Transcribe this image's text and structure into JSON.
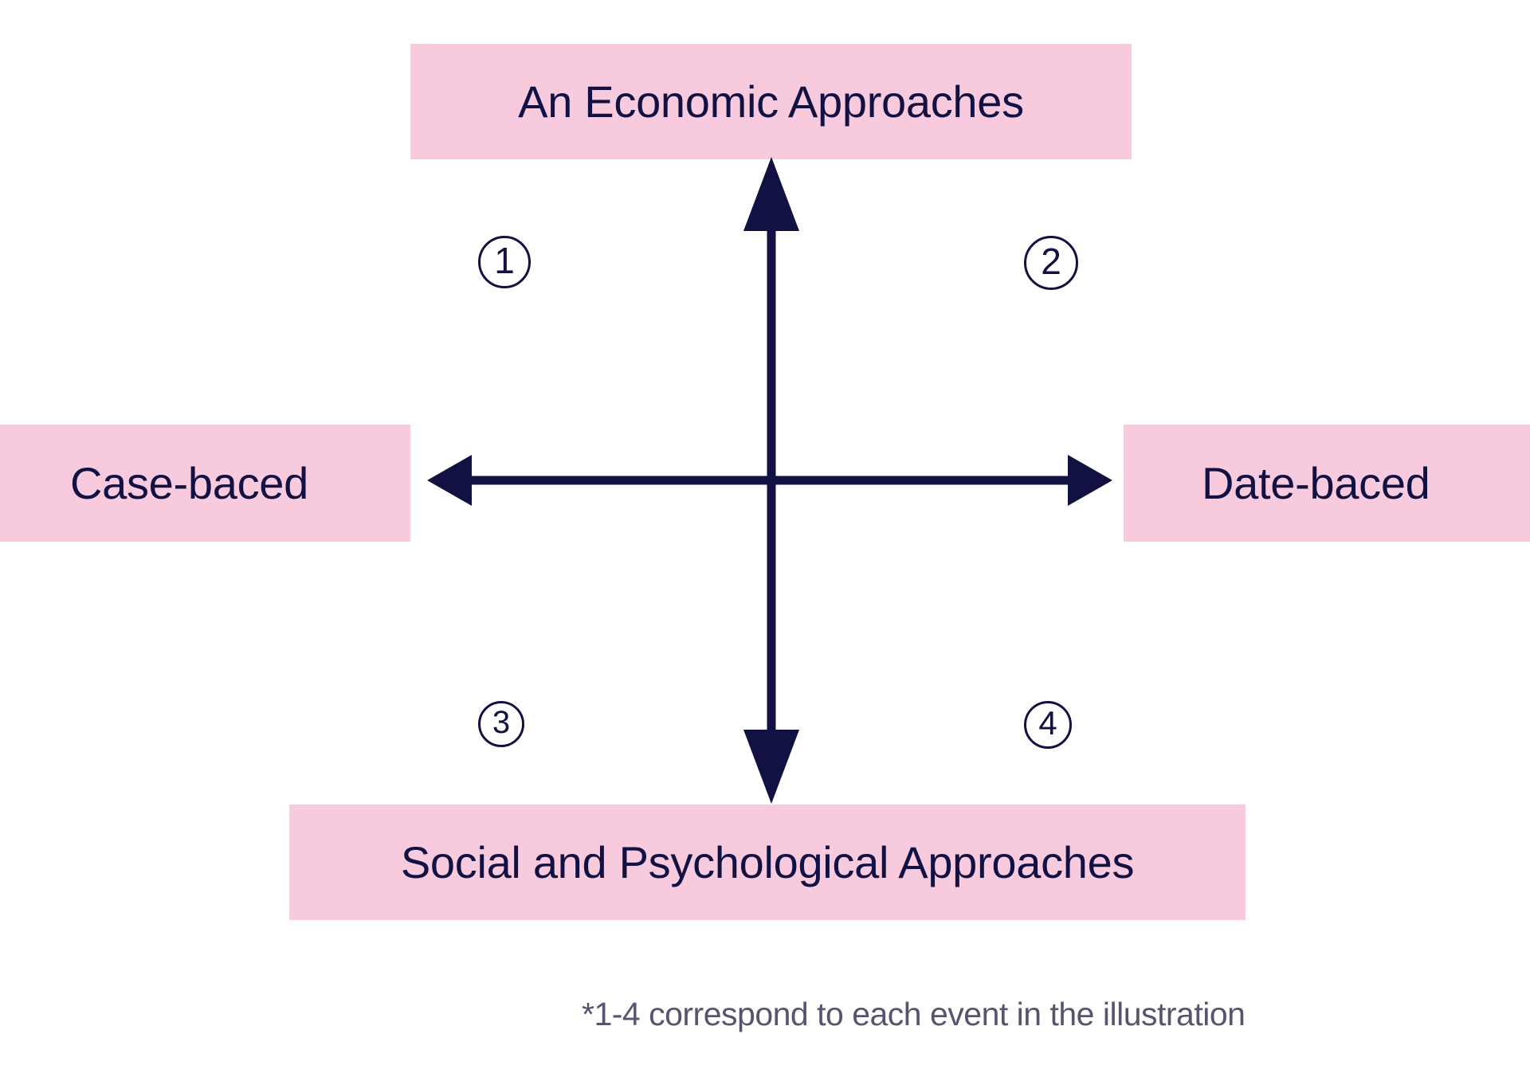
{
  "diagram": {
    "title_axis_vertical_top": "An Economic Approaches",
    "title_axis_vertical_bottom": "Social and Psychological Approaches",
    "title_axis_horizontal_left": "Case-baced",
    "title_axis_horizontal_right": "Date-baced",
    "labels": {
      "top": "An Economic Approaches",
      "left": "Case-baced",
      "right": "Date-baced",
      "bottom": "Social and Psychological Approaches"
    },
    "markers": [
      {
        "id": "1",
        "glyph": "1",
        "quadrant": "top-left"
      },
      {
        "id": "2",
        "glyph": "2",
        "quadrant": "top-right"
      },
      {
        "id": "3",
        "glyph": "3",
        "quadrant": "bottom-left"
      },
      {
        "id": "4",
        "glyph": "4",
        "quadrant": "bottom-right"
      }
    ],
    "footnote": "*1-4 correspond to each event in the illustration",
    "colors": {
      "label_background": "#f7cadd",
      "label_text": "#111143",
      "axis": "#111143",
      "footnote_text": "#555570",
      "page_background": "#ffffff"
    },
    "icons": {
      "arrow_up": "arrow-up-icon",
      "arrow_down": "arrow-down-icon",
      "arrow_left": "arrow-left-icon",
      "arrow_right": "arrow-right-icon"
    }
  }
}
